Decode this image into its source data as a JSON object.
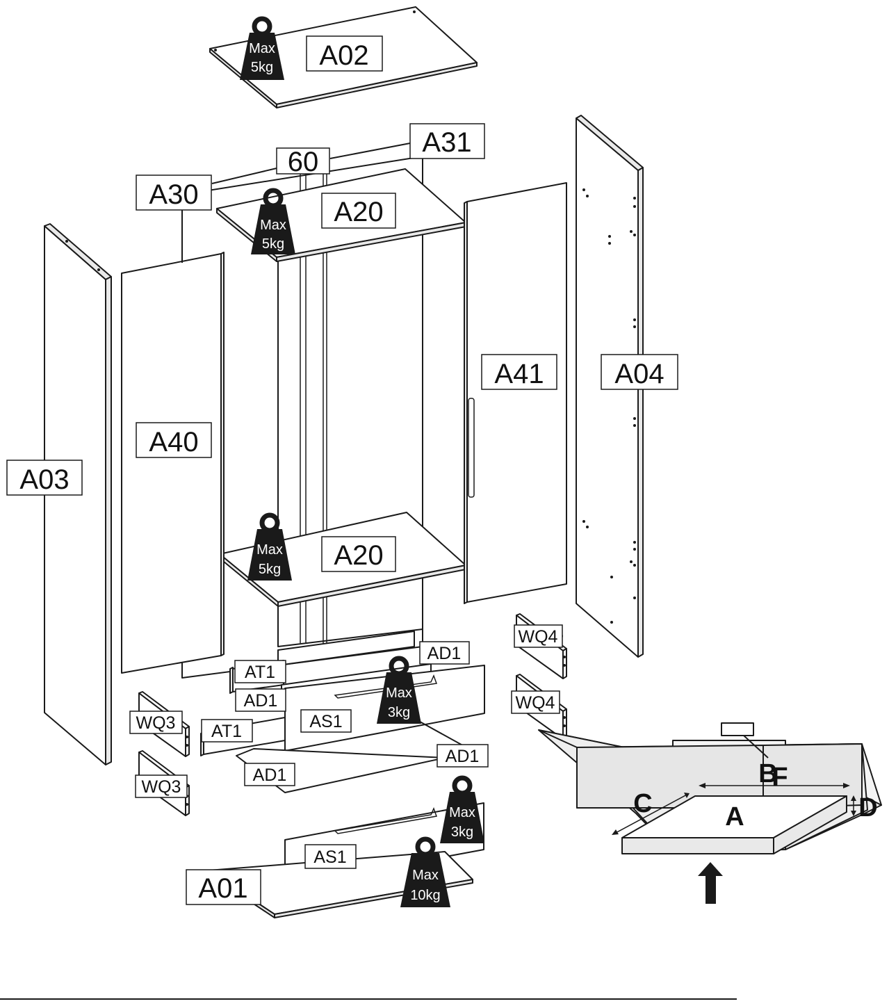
{
  "parts": {
    "a01": "A01",
    "a02": "A02",
    "a03": "A03",
    "a04": "A04",
    "a20_top": "A20",
    "a20_mid": "A20",
    "a30": "A30",
    "a31": "A31",
    "divider": "60",
    "a40": "A40",
    "a41": "A41",
    "ad1_a": "AD1",
    "ad1_b": "AD1",
    "ad1_c": "AD1",
    "ad1_d": "AD1",
    "at1_a": "AT1",
    "at1_b": "AT1",
    "as1_a": "AS1",
    "as1_b": "AS1",
    "wq3_a": "WQ3",
    "wq3_b": "WQ3",
    "wq4_a": "WQ4",
    "wq4_b": "WQ4"
  },
  "weights": [
    {
      "line1": "Max",
      "line2": "5kg"
    },
    {
      "line1": "Max",
      "line2": "5kg"
    },
    {
      "line1": "Max",
      "line2": "5kg"
    },
    {
      "line1": "Max",
      "line2": "3kg"
    },
    {
      "line1": "Max",
      "line2": "3kg"
    },
    {
      "line1": "Max",
      "line2": "10kg"
    }
  ],
  "package": {
    "a": "A",
    "b": "B",
    "c": "C",
    "d": "D",
    "f": "F"
  }
}
